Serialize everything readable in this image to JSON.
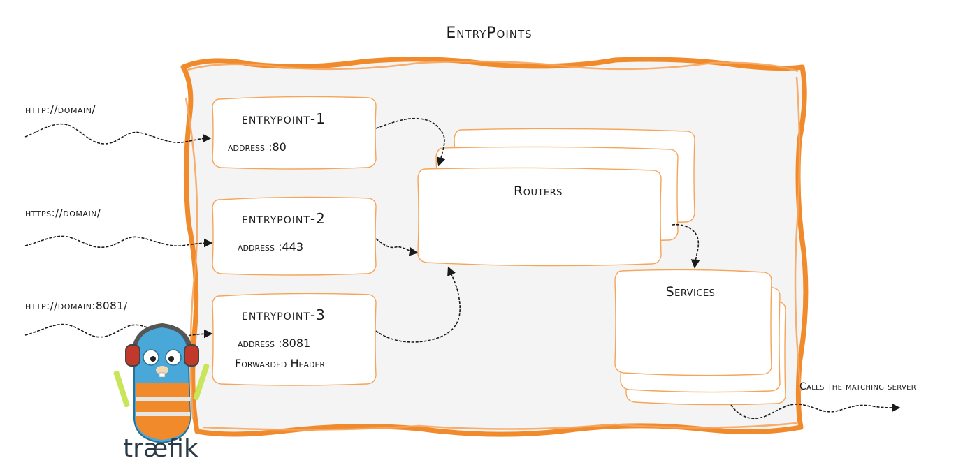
{
  "diagram": {
    "title": "EntryPoints",
    "inputs": [
      {
        "url": "http://domain/"
      },
      {
        "url": "https://domain/"
      },
      {
        "url": "http://domain:8081/"
      }
    ],
    "entrypoints": [
      {
        "name": "entrypoint-1",
        "address": "address :80",
        "extra": ""
      },
      {
        "name": "entrypoint-2",
        "address": "address :443",
        "extra": ""
      },
      {
        "name": "entrypoint-3",
        "address": "address :8081",
        "extra": "Forwarded Header"
      }
    ],
    "routers": {
      "label": "Routers"
    },
    "services": {
      "label": "Services"
    },
    "output": {
      "label": "Calls the matching server"
    },
    "logo": {
      "text": "træfik",
      "name": "traefik-gopher-mascot"
    },
    "colors": {
      "frame": "#f08a2a",
      "box_border": "#f5a55a",
      "background": "#f4f4f4",
      "ink": "#1a1a1a"
    }
  }
}
